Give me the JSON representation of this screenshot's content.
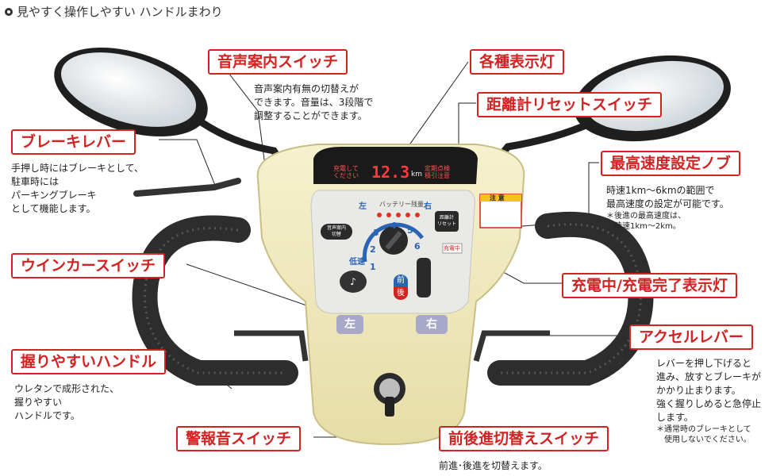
{
  "header": {
    "title": "見やすく操作しやすい ハンドルまわり"
  },
  "labels": {
    "voice_switch": "音声案内スイッチ",
    "indicators": "各種表示灯",
    "odometer_reset": "距離計リセットスイッチ",
    "brake_lever": "ブレーキレバー",
    "max_speed_knob": "最高速度設定ノブ",
    "winker_switch": "ウインカースイッチ",
    "charge_lamp": "充電中/充電完了表示灯",
    "accel_lever": "アクセルレバー",
    "grip_handle": "握りやすいハンドル",
    "horn_switch": "警報音スイッチ",
    "fwd_rev_switch": "前後進切替えスイッチ"
  },
  "descs": {
    "voice": [
      "音声案内有無の切替えが",
      "できます。音量は、3段階で",
      "調整することができます。"
    ],
    "brake": [
      "手押し時にはブレーキとして、",
      "駐車時には",
      "パーキングブレーキ",
      "として機能します。"
    ],
    "speed": [
      "時速1km〜6kmの範囲で",
      "最高速度の設定が可能です。"
    ],
    "speed_note": [
      "＊後進の最高速度は、",
      "　時速1km〜2km。"
    ],
    "accel": [
      "レバーを押し下げると",
      "進み、放すとブレーキが",
      "かかり止まります。",
      "強く握りしめると急停止",
      "します。"
    ],
    "accel_note": [
      "＊通常時のブレーキとして",
      "　使用しないでください。"
    ],
    "grip": [
      "ウレタンで成形された、",
      "握りやすい",
      "ハンドルです。"
    ],
    "fwd_rev": "前進･後進を切替えます。"
  },
  "panel": {
    "display_left": [
      "充電して",
      "ください"
    ],
    "display_value": "12.3",
    "display_unit": "km",
    "display_right": [
      "定期点検",
      "積引注意"
    ],
    "battery_label": "バッテリー残量",
    "left_mark": "左",
    "right_mark": "右",
    "voice_button": [
      "音声案内",
      "切替"
    ],
    "reset_button": [
      "距離計",
      "リセット"
    ],
    "speed_low": "低速",
    "knob_numbers": [
      "1",
      "2",
      "3",
      "4",
      "5",
      "6"
    ],
    "winker_left": "左",
    "winker_right": "右",
    "forward": "前",
    "reverse": "後",
    "charge_mark": "充電中",
    "caution": "注 意"
  },
  "colors": {
    "accent": "#d32222",
    "panel": "#f1ebc0",
    "grip": "#2a2a2a"
  }
}
